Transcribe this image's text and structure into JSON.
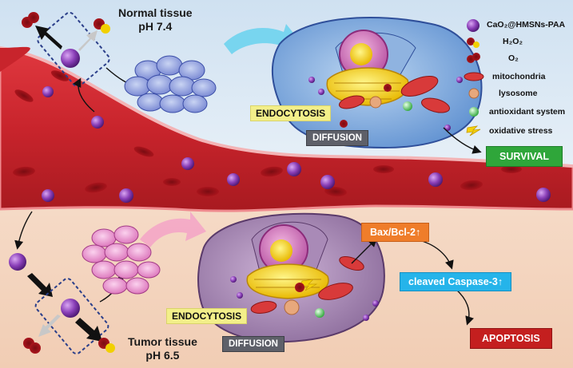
{
  "tissues": {
    "normal_name": "Normal tissue",
    "normal_ph": "pH 7.4",
    "tumor_name": "Tumor tissue",
    "tumor_ph": "pH 6.5"
  },
  "labels": {
    "endocytosis_top": "ENDOCYTOSIS",
    "diffusion_top": "DIFFUSION",
    "endocytosis_bottom": "ENDOCYTOSIS",
    "diffusion_bottom": "DIFFUSION",
    "survival": "SURVIVAL",
    "bax_bcl2": "Bax/Bcl-2↑",
    "caspase": "cleaved Caspase-3↑",
    "apoptosis": "APOPTOSIS"
  },
  "legend": [
    {
      "icon": "nanoparticle-icon",
      "label": "CaO₂@HMSNs-PAA"
    },
    {
      "icon": "h2o2-icon",
      "label": "H₂O₂"
    },
    {
      "icon": "o2-icon",
      "label": "O₂"
    },
    {
      "icon": "mitochondria-icon",
      "label": "mitochondria"
    },
    {
      "icon": "lysosome-icon",
      "label": "lysosome"
    },
    {
      "icon": "antioxidant-icon",
      "label": "antioxidant system"
    },
    {
      "icon": "lightning-icon",
      "label": "oxidative stress"
    }
  ],
  "colors": {
    "normal_bg": "#dbe9f5",
    "tumor_bg": "#f7dcc7",
    "vessel": "#c8242c",
    "nanoparticle": "#8a3fb8",
    "survival": "#2fa63a",
    "apoptosis": "#c41f1f"
  }
}
